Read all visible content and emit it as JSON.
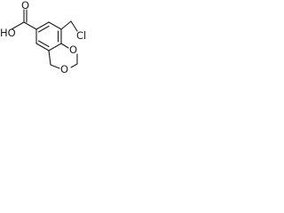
{
  "molecule": {
    "atom_labels": {
      "hydroxyl_o": "HO",
      "carbonyl_o": "O",
      "chlorine": "Cl",
      "ring_o_upper": "O",
      "ring_o_lower": "O"
    }
  }
}
